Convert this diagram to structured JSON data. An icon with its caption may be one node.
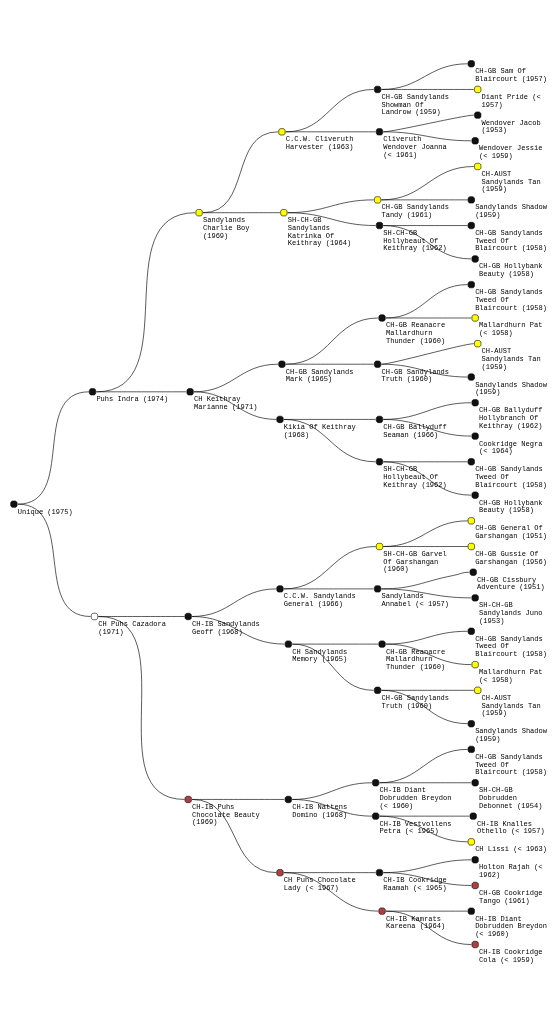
{
  "diagram": {
    "nodes": [
      {
        "text": [],
        "shape": "circle",
        "beside": [
          "CH-GB Sam Of Blaircourt (1957)"
        ]
      },
      {
        "text": [],
        "shape": "circle",
        "beside": [
          "CH-GB Sandylands Showman Of Landrow (1959)"
        ]
      },
      {
        "text": [],
        "shape": "circle",
        "beside": [
          "Diant Pride (< 1957)"
        ]
      },
      {
        "text": [],
        "shape": "circle",
        "beside": [
          "C.C.W. Cliveruth Harvester (1963)"
        ]
      },
      {
        "text": [],
        "shape": "circle",
        "beside": [
          "Wendover Jacob (1953)"
        ]
      },
      {
        "text": [],
        "shape": "circle",
        "beside": [
          "Cliveruth Wendover Joanna (< 1961)"
        ]
      },
      {
        "text": [],
        "shape": "circle",
        "beside": [
          "Wendover Jessie (< 1959)"
        ]
      },
      {
        "text": [],
        "shape": "circle",
        "beside": [
          "Sandylands Charlie Boy (1969)"
        ]
      },
      {
        "text": [],
        "shape": "circle",
        "beside": [
          "CH-AUST Sandylands Tan (1959)"
        ]
      },
      {
        "text": [],
        "shape": "circle",
        "beside": [
          "CH-GB Sandylands Tandy (1961)"
        ]
      },
      {
        "text": [],
        "shape": "circle",
        "beside": [
          "Sandylands Shadow (1959)"
        ]
      },
      {
        "text": [],
        "shape": "circle",
        "beside": [
          "SH-CH-GB Sandylands Katrinka Of Keithray (1964)"
        ]
      },
      {
        "text": [],
        "shape": "circle",
        "beside": [
          "CH-GB Sandylands Tweed Of Blaircourt (1958)"
        ]
      },
      {
        "text": [],
        "shape": "circle",
        "beside": [
          "SH-CH-GB Hollybeaut Of Keithray (1962)"
        ]
      },
      {
        "text": [],
        "shape": "circle",
        "beside": [
          "CH-GB Hollybank Beauty (1958)"
        ]
      },
      {
        "text": [],
        "shape": "circle",
        "beside": [
          "Puhs Indra (1974)"
        ]
      },
      {
        "text": [],
        "shape": "circle",
        "beside": [
          "CH-GB Sandylands Tweed Of Blaircourt (1958)"
        ]
      },
      {
        "text": [],
        "shape": "circle",
        "beside": [
          "CH-GB Reanacre Mallardhurn Thunder (1960)"
        ]
      },
      {
        "text": [],
        "shape": "circle",
        "beside": [
          "Mallardhurn Pat (< 1958)"
        ]
      },
      {
        "text": [],
        "shape": "circle",
        "beside": [
          "CH-GB Sandylands Mark (1965)"
        ]
      },
      {
        "text": [],
        "shape": "circle",
        "beside": [
          "CH-AUST Sandylands Tan (1959)"
        ]
      },
      {
        "text": [],
        "shape": "circle",
        "beside": [
          "CH-GB Sandylands Truth (1960)"
        ]
      },
      {
        "text": [],
        "shape": "circle",
        "beside": [
          "Sandylands Shadow (1959)"
        ]
      },
      {
        "text": [],
        "shape": "circle",
        "beside": [
          "CH Keithray Marianne (1971)"
        ]
      },
      {
        "text": [],
        "shape": "circle",
        "beside": [
          "CH-GB Ballyduff Hollybranch Of Keithray (1962)"
        ]
      },
      {
        "text": [],
        "shape": "circle",
        "beside": [
          "CH-GB Ballyduff Seaman (1966)"
        ]
      },
      {
        "text": [],
        "shape": "circle",
        "beside": [
          "Cookridge Negra (< 1964)"
        ]
      },
      {
        "text": [],
        "shape": "circle",
        "beside": [
          "Kikia Of Keithray (1968)"
        ]
      },
      {
        "text": [],
        "shape": "circle",
        "beside": [
          "CH-GB Sandylands Tweed Of Blaircourt (1958)"
        ]
      },
      {
        "text": [],
        "shape": "circle",
        "beside": [
          "SH-CH-GB Hollybeaut Of Keithray (1962)"
        ]
      },
      {
        "text": [],
        "shape": "circle",
        "beside": [
          "CH-GB Hollybank Beauty (1958)"
        ]
      },
      {
        "text": [],
        "shape": "circle",
        "beside": [
          "Unique (1975)"
        ]
      },
      {
        "text": [],
        "shape": "circle",
        "beside": [
          "CH-GB General Of Garshangan (1951)"
        ]
      },
      {
        "text": [],
        "shape": "circle",
        "beside": [
          "SH-CH-GB Garvel Of Garshangan (1960)"
        ]
      },
      {
        "text": [],
        "shape": "circle",
        "beside": [
          "CH-GB Gussie Of Garshangan (1956)"
        ]
      },
      {
        "text": [],
        "shape": "circle",
        "beside": [
          "C.C.W. Sandylands General (1966)"
        ]
      },
      {
        "text": [],
        "shape": "circle",
        "beside": [
          "CH-GB Cissbury Adventure (1951)"
        ]
      },
      {
        "text": [],
        "shape": "circle",
        "beside": [
          "Sandylands Annabel (< 1957)"
        ]
      },
      {
        "text": [],
        "shape": "circle",
        "beside": [
          "SH-CH-GB Sandylands Juno (1953)"
        ]
      },
      {
        "text": [],
        "shape": "circle",
        "beside": [
          "CH-IB Sandylands Geoff (1968)"
        ]
      },
      {
        "text": [],
        "shape": "circle",
        "beside": [
          "CH-GB Sandylands Tweed Of Blaircourt (1958)"
        ]
      },
      {
        "text": [],
        "shape": "circle",
        "beside": [
          "CH-GB Reanacre Mallardhurn Thunder (1960)"
        ]
      },
      {
        "text": [],
        "shape": "circle",
        "beside": [
          "Mallardhurn Pat (< 1958)"
        ]
      },
      {
        "text": [],
        "shape": "circle",
        "beside": [
          "CH Sandylands Memory (1965)"
        ]
      },
      {
        "text": [],
        "shape": "circle",
        "beside": [
          "CH-AUST Sandylands Tan (1959)"
        ]
      },
      {
        "text": [],
        "shape": "circle",
        "beside": [
          "CH-GB Sandylands Truth (1960)"
        ]
      },
      {
        "text": [],
        "shape": "circle",
        "beside": [
          "Sandylands Shadow (1959)"
        ]
      },
      {
        "text": [],
        "shape": "circle",
        "beside": [
          "CH Puhs Cazadora (1971)"
        ]
      },
      {
        "text": [],
        "shape": "circle",
        "beside": [
          "CH-GB Sandylands Tweed Of Blaircourt (1958)"
        ]
      },
      {
        "text": [],
        "shape": "circle",
        "beside": [
          "CH-IB Diant Dobrudden Breydon (< 1960)"
        ]
      },
      {
        "text": [],
        "shape": "circle",
        "beside": [
          "SH-CH-GB Dobrudden Debonnet (1954)"
        ]
      },
      {
        "text": [],
        "shape": "circle",
        "beside": [
          "CH-IB Nattens Domino (1968)"
        ]
      },
      {
        "text": [],
        "shape": "circle",
        "beside": [
          "CH-IB Knalles Othello (< 1957)"
        ]
      },
      {
        "text": [],
        "shape": "circle",
        "beside": [
          "CH-IB Vestvollens Petra (< 1965)"
        ]
      },
      {
        "text": [],
        "shape": "circle",
        "beside": [
          "CH Lissi (< 1963)"
        ]
      },
      {
        "text": [],
        "shape": "circle",
        "beside": [
          "CH-IB Puhs Chocolate Beauty (1969)"
        ]
      },
      {
        "text": [],
        "shape": "circle",
        "beside": [
          "Holton Rajah (< 1962)"
        ]
      },
      {
        "text": [],
        "shape": "circle",
        "beside": [
          "CH-IB Cookridge Raamah (< 1965)"
        ]
      },
      {
        "text": [],
        "shape": "circle",
        "beside": [
          "CH-GB Cookridge Tango (1961)"
        ]
      },
      {
        "text": [],
        "shape": "circle",
        "beside": [
          "CH Puhs Chocolate Lady (< 1967)"
        ]
      },
      {
        "text": [],
        "shape": "circle",
        "beside": [
          "CH-IB Diant Dobrudden Breydon (< 1960)"
        ]
      },
      {
        "text": [],
        "shape": "circle",
        "beside": [
          "CH-IB Kamrats Kareena (1964)"
        ]
      },
      {
        "text": [],
        "shape": "circle",
        "beside": [
          "CH-IB Cookridge Cola (< 1959)"
        ]
      }
    ],
    "edges": [
      {
        "from": 31,
        "to": 15,
        "arrow": "none"
      },
      {
        "from": 31,
        "to": 47,
        "arrow": "none"
      },
      {
        "from": 15,
        "to": 7,
        "arrow": "none"
      },
      {
        "from": 15,
        "to": 23,
        "arrow": "none"
      },
      {
        "from": 47,
        "to": 39,
        "arrow": "none"
      },
      {
        "from": 47,
        "to": 55,
        "arrow": "none"
      },
      {
        "from": 7,
        "to": 3,
        "arrow": "none"
      },
      {
        "from": 7,
        "to": 11,
        "arrow": "none"
      },
      {
        "from": 23,
        "to": 19,
        "arrow": "none"
      },
      {
        "from": 23,
        "to": 27,
        "arrow": "none"
      },
      {
        "from": 39,
        "to": 35,
        "arrow": "none"
      },
      {
        "from": 39,
        "to": 43,
        "arrow": "none"
      },
      {
        "from": 55,
        "to": 51,
        "arrow": "none"
      },
      {
        "from": 55,
        "to": 59,
        "arrow": "none"
      },
      {
        "from": 3,
        "to": 1,
        "arrow": "none"
      },
      {
        "from": 3,
        "to": 5,
        "arrow": "none"
      },
      {
        "from": 11,
        "to": 9,
        "arrow": "none"
      },
      {
        "from": 11,
        "to": 13,
        "arrow": "none"
      },
      {
        "from": 19,
        "to": 17,
        "arrow": "none"
      },
      {
        "from": 19,
        "to": 21,
        "arrow": "none"
      },
      {
        "from": 27,
        "to": 25,
        "arrow": "none"
      },
      {
        "from": 27,
        "to": 29,
        "arrow": "none"
      },
      {
        "from": 35,
        "to": 33,
        "arrow": "none"
      },
      {
        "from": 35,
        "to": 37,
        "arrow": "none"
      },
      {
        "from": 43,
        "to": 41,
        "arrow": "none"
      },
      {
        "from": 43,
        "to": 45,
        "arrow": "none"
      },
      {
        "from": 51,
        "to": 49,
        "arrow": "none"
      },
      {
        "from": 51,
        "to": 53,
        "arrow": "none"
      },
      {
        "from": 59,
        "to": 57,
        "arrow": "none"
      },
      {
        "from": 59,
        "to": 61,
        "arrow": "none"
      },
      {
        "from": 1,
        "to": 0,
        "arrow": "none"
      },
      {
        "from": 1,
        "to": 2,
        "arrow": "none"
      },
      {
        "from": 5,
        "to": 4,
        "arrow": "none"
      },
      {
        "from": 5,
        "to": 6,
        "arrow": "none"
      },
      {
        "from": 9,
        "to": 8,
        "arrow": "none"
      },
      {
        "from": 9,
        "to": 10,
        "arrow": "none"
      },
      {
        "from": 13,
        "to": 12,
        "arrow": "none"
      },
      {
        "from": 13,
        "to": 14,
        "arrow": "none"
      },
      {
        "from": 17,
        "to": 16,
        "arrow": "none"
      },
      {
        "from": 17,
        "to": 18,
        "arrow": "none"
      },
      {
        "from": 21,
        "to": 20,
        "arrow": "none"
      },
      {
        "from": 21,
        "to": 22,
        "arrow": "none"
      },
      {
        "from": 25,
        "to": 24,
        "arrow": "none"
      },
      {
        "from": 25,
        "to": 26,
        "arrow": "none"
      },
      {
        "from": 29,
        "to": 28,
        "arrow": "none"
      },
      {
        "from": 29,
        "to": 30,
        "arrow": "none"
      },
      {
        "from": 33,
        "to": 32,
        "arrow": "none"
      },
      {
        "from": 33,
        "to": 34,
        "arrow": "none"
      },
      {
        "from": 37,
        "to": 36,
        "arrow": "none"
      },
      {
        "from": 37,
        "to": 38,
        "arrow": "none"
      },
      {
        "from": 41,
        "to": 40,
        "arrow": "none"
      },
      {
        "from": 41,
        "to": 42,
        "arrow": "none"
      },
      {
        "from": 45,
        "to": 44,
        "arrow": "none"
      },
      {
        "from": 45,
        "to": 46,
        "arrow": "none"
      },
      {
        "from": 49,
        "to": 48,
        "arrow": "none"
      },
      {
        "from": 49,
        "to": 50,
        "arrow": "none"
      },
      {
        "from": 53,
        "to": 52,
        "arrow": "none"
      },
      {
        "from": 53,
        "to": 54,
        "arrow": "none"
      },
      {
        "from": 57,
        "to": 56,
        "arrow": "none"
      },
      {
        "from": 57,
        "to": 58,
        "arrow": "none"
      },
      {
        "from": 61,
        "to": 60,
        "arrow": "none"
      },
      {
        "from": 61,
        "to": 62,
        "arrow": "none"
      }
    ]
  }
}
